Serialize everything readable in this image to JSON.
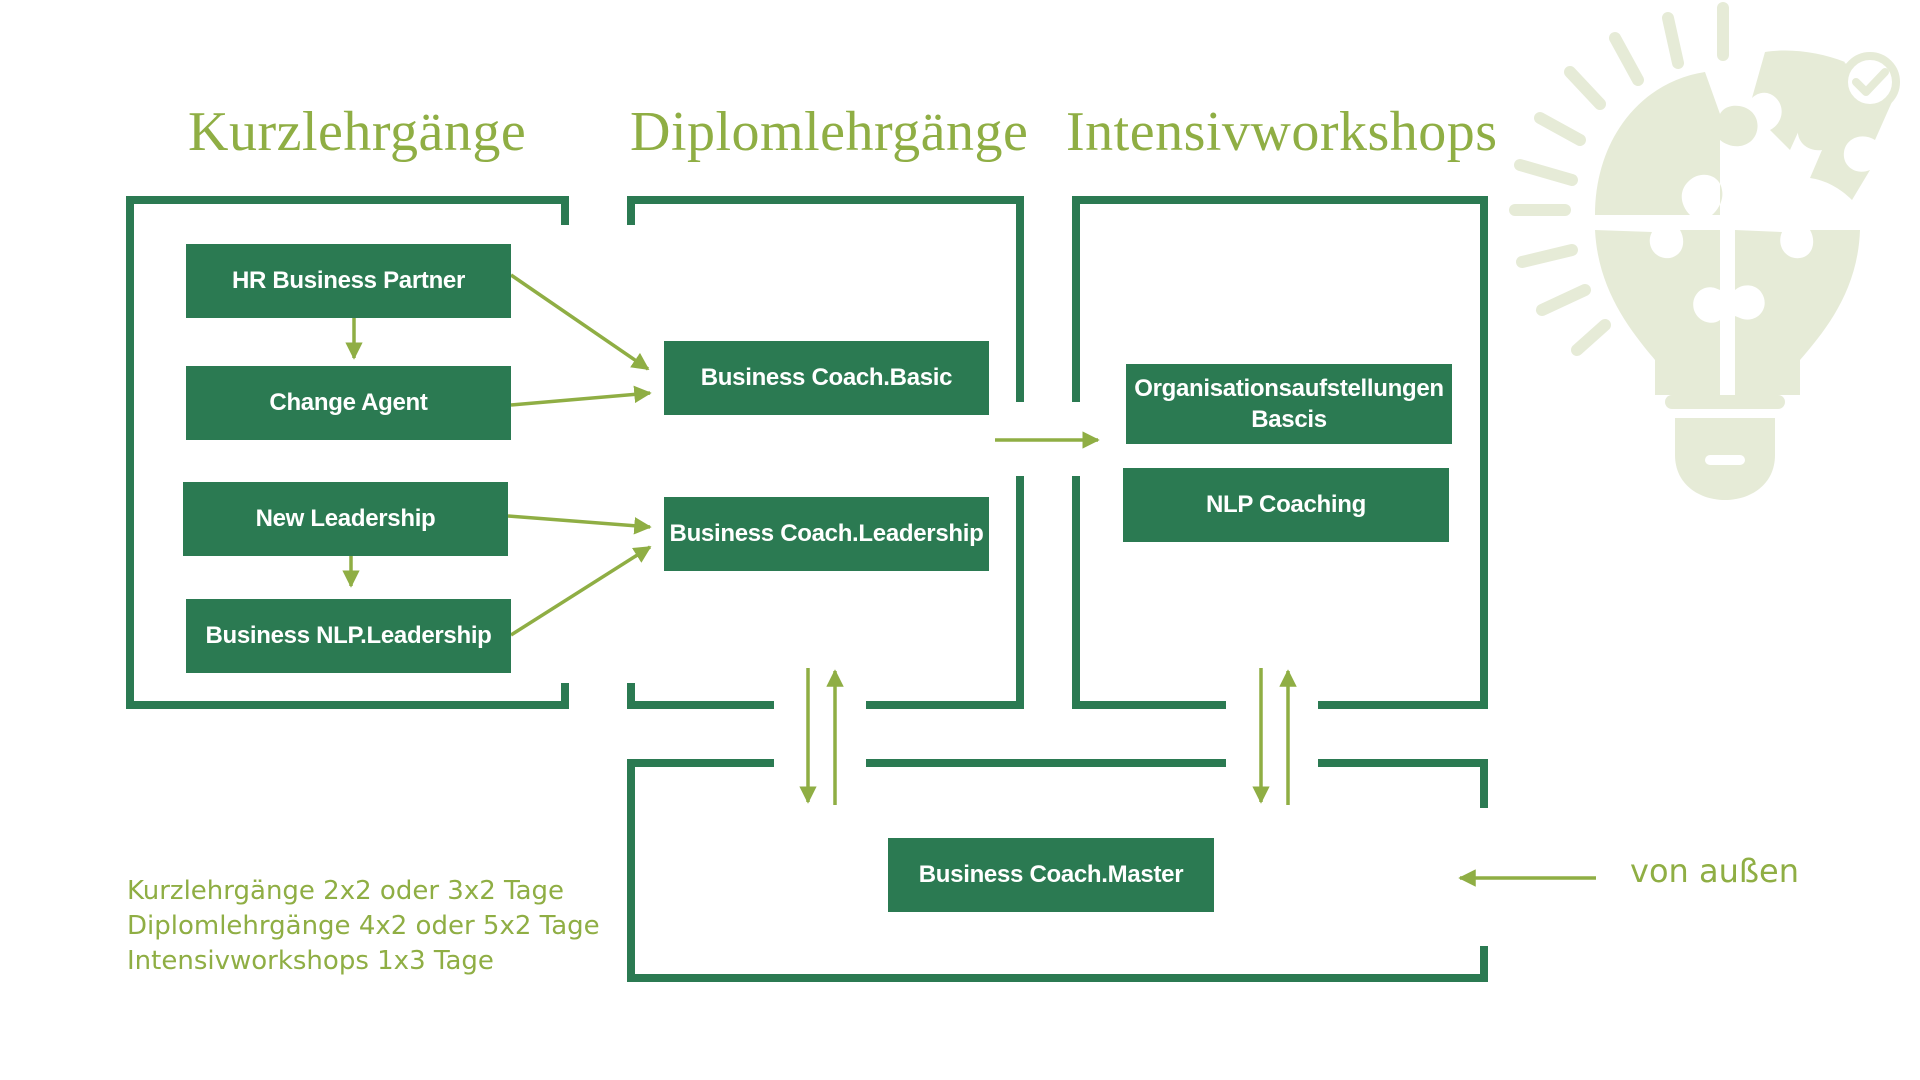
{
  "headings": {
    "kurz": "Kurzlehrgänge",
    "diplom": "Diplomlehrgänge",
    "intensiv": "Intensivworkshops"
  },
  "nodes": {
    "hr_partner": "HR Business Partner",
    "change_agent": "Change Agent",
    "new_leadership": "New Leadership",
    "nlp_leadership": "Business NLP.Leadership",
    "coach_basic": "Business Coach.Basic",
    "coach_leadership": "Business Coach.Leadership",
    "org_line1": "Organisationsaufstellungen",
    "org_line2": "Bascis",
    "nlp_coaching": "NLP Coaching",
    "coach_master": "Business Coach.Master"
  },
  "legend": [
    "Kurzlehrgänge 2x2 oder 3x2 Tage",
    "Diplomlehrgänge 4x2 oder 5x2 Tage",
    "Intensivworkshops 1x3 Tage"
  ],
  "external_label": "von außen",
  "colors": {
    "frame_green": "#2b7a52",
    "node_green": "#2b7a52",
    "arrow_green": "#8fae44",
    "heading_green": "#8fae44",
    "icon_tint": "#e6ebd7"
  },
  "icons": {
    "decoration": "lightbulb-puzzle-icon"
  }
}
